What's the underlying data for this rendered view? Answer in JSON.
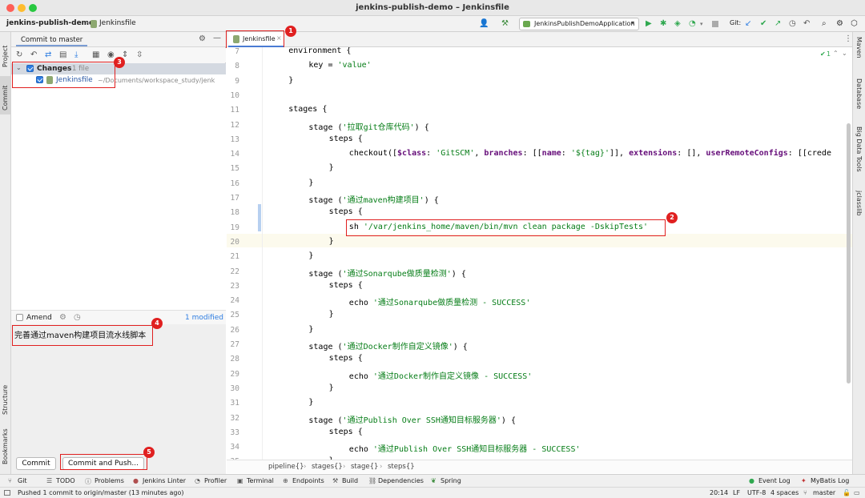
{
  "window": {
    "title": "jenkins-publish-demo – Jenkinsfile"
  },
  "navbar": {
    "project": "jenkins-publish-demo",
    "file": "Jenkinsfile",
    "run_config": "JenkinsPublishDemoApplication",
    "git_label": "Git:"
  },
  "left_strip": {
    "project": "Project",
    "commit": "Commit",
    "structure": "Structure",
    "bookmarks": "Bookmarks"
  },
  "right_strip": {
    "maven": "Maven",
    "database": "Database",
    "bigdata": "Big Data Tools",
    "jclasslib": "jclasslib"
  },
  "commit_panel": {
    "tab": "Commit to master",
    "changes_label": "Changes",
    "changes_count": "1 file",
    "file_name": "Jenkinsfile",
    "file_path": "~/Documents/workspace_study/jenk",
    "amend": "Amend",
    "modified": "1 modified",
    "message": "完善通过maven构建项目流水线脚本",
    "commit_btn": "Commit",
    "commit_push_btn": "Commit and Push..."
  },
  "editor": {
    "tab": "Jenkinsfile",
    "inspection": "1",
    "lines": [
      {
        "n": "7",
        "indent": 1,
        "parts": [
          {
            "t": "environment {",
            "c": "fn"
          }
        ]
      },
      {
        "n": "8",
        "indent": 2,
        "parts": [
          {
            "t": "key = ",
            "c": "fn"
          },
          {
            "t": "'value'",
            "c": "str"
          }
        ]
      },
      {
        "n": "9",
        "indent": 1,
        "parts": [
          {
            "t": "}",
            "c": "fn"
          }
        ]
      },
      {
        "n": "10",
        "indent": 0,
        "parts": []
      },
      {
        "n": "11",
        "indent": 1,
        "parts": [
          {
            "t": "stages {",
            "c": "fn"
          }
        ]
      },
      {
        "n": "12",
        "indent": 2,
        "parts": [
          {
            "t": "stage (",
            "c": "fn"
          },
          {
            "t": "'拉取git仓库代码'",
            "c": "str"
          },
          {
            "t": ") {",
            "c": "fn"
          }
        ]
      },
      {
        "n": "13",
        "indent": 3,
        "parts": [
          {
            "t": "steps {",
            "c": "fn"
          }
        ]
      },
      {
        "n": "14",
        "indent": 4,
        "parts": [
          {
            "t": "checkout([",
            "c": "fn"
          },
          {
            "t": "$class",
            "c": "key"
          },
          {
            "t": ": ",
            "c": "fn"
          },
          {
            "t": "'GitSCM'",
            "c": "str"
          },
          {
            "t": ", ",
            "c": "fn"
          },
          {
            "t": "branches",
            "c": "key"
          },
          {
            "t": ": [[",
            "c": "fn"
          },
          {
            "t": "name",
            "c": "key"
          },
          {
            "t": ": ",
            "c": "fn"
          },
          {
            "t": "'${tag}'",
            "c": "str"
          },
          {
            "t": "]], ",
            "c": "fn"
          },
          {
            "t": "extensions",
            "c": "key"
          },
          {
            "t": ": [], ",
            "c": "fn"
          },
          {
            "t": "userRemoteConfigs",
            "c": "key"
          },
          {
            "t": ": [[crede",
            "c": "fn"
          }
        ]
      },
      {
        "n": "15",
        "indent": 3,
        "parts": [
          {
            "t": "}",
            "c": "fn"
          }
        ]
      },
      {
        "n": "16",
        "indent": 2,
        "parts": [
          {
            "t": "}",
            "c": "fn"
          }
        ]
      },
      {
        "n": "17",
        "indent": 2,
        "parts": [
          {
            "t": "stage (",
            "c": "fn"
          },
          {
            "t": "'通过maven构建项目'",
            "c": "str"
          },
          {
            "t": ") {",
            "c": "fn"
          }
        ]
      },
      {
        "n": "18",
        "indent": 3,
        "parts": [
          {
            "t": "steps {",
            "c": "fn"
          }
        ]
      },
      {
        "n": "19",
        "indent": 4,
        "parts": [
          {
            "t": "sh ",
            "c": "fn"
          },
          {
            "t": "'/var/jenkins_home/maven/bin/mvn clean package -DskipTests'",
            "c": "str"
          }
        ]
      },
      {
        "n": "20",
        "indent": 3,
        "parts": [
          {
            "t": "}",
            "c": "fn"
          }
        ]
      },
      {
        "n": "21",
        "indent": 2,
        "parts": [
          {
            "t": "}",
            "c": "fn"
          }
        ]
      },
      {
        "n": "22",
        "indent": 2,
        "parts": [
          {
            "t": "stage (",
            "c": "fn"
          },
          {
            "t": "'通过Sonarqube做质量检测'",
            "c": "str"
          },
          {
            "t": ") {",
            "c": "fn"
          }
        ]
      },
      {
        "n": "23",
        "indent": 3,
        "parts": [
          {
            "t": "steps {",
            "c": "fn"
          }
        ]
      },
      {
        "n": "24",
        "indent": 4,
        "parts": [
          {
            "t": "echo ",
            "c": "fn"
          },
          {
            "t": "'通过Sonarqube做质量检测 - SUCCESS'",
            "c": "str"
          }
        ]
      },
      {
        "n": "25",
        "indent": 3,
        "parts": [
          {
            "t": "}",
            "c": "fn"
          }
        ]
      },
      {
        "n": "26",
        "indent": 2,
        "parts": [
          {
            "t": "}",
            "c": "fn"
          }
        ]
      },
      {
        "n": "27",
        "indent": 2,
        "parts": [
          {
            "t": "stage (",
            "c": "fn"
          },
          {
            "t": "'通过Docker制作自定义镜像'",
            "c": "str"
          },
          {
            "t": ") {",
            "c": "fn"
          }
        ]
      },
      {
        "n": "28",
        "indent": 3,
        "parts": [
          {
            "t": "steps {",
            "c": "fn"
          }
        ]
      },
      {
        "n": "29",
        "indent": 4,
        "parts": [
          {
            "t": "echo ",
            "c": "fn"
          },
          {
            "t": "'通过Docker制作自定义镜像 - SUCCESS'",
            "c": "str"
          }
        ]
      },
      {
        "n": "30",
        "indent": 3,
        "parts": [
          {
            "t": "}",
            "c": "fn"
          }
        ]
      },
      {
        "n": "31",
        "indent": 2,
        "parts": [
          {
            "t": "}",
            "c": "fn"
          }
        ]
      },
      {
        "n": "32",
        "indent": 2,
        "parts": [
          {
            "t": "stage (",
            "c": "fn"
          },
          {
            "t": "'通过Publish Over SSH通知目标服务器'",
            "c": "str"
          },
          {
            "t": ") {",
            "c": "fn"
          }
        ]
      },
      {
        "n": "33",
        "indent": 3,
        "parts": [
          {
            "t": "steps {",
            "c": "fn"
          }
        ]
      },
      {
        "n": "34",
        "indent": 4,
        "parts": [
          {
            "t": "echo ",
            "c": "fn"
          },
          {
            "t": "'通过Publish Over SSH通知目标服务器 - SUCCESS'",
            "c": "str"
          }
        ]
      },
      {
        "n": "35",
        "indent": 3,
        "parts": [
          {
            "t": "}",
            "c": "fn"
          }
        ]
      }
    ],
    "breadcrumbs": [
      "pipeline{}",
      "stages{}",
      "stage{}",
      "steps{}"
    ]
  },
  "annotations": [
    "1",
    "2",
    "3",
    "4",
    "5"
  ],
  "toolwindows": [
    "Git",
    "TODO",
    "Problems",
    "Jenkins Linter",
    "Profiler",
    "Terminal",
    "Endpoints",
    "Build",
    "Dependencies",
    "Spring"
  ],
  "toolwindows_right": [
    "Event Log",
    "MyBatis Log"
  ],
  "status": {
    "message": "Pushed 1 commit to origin/master (13 minutes ago)",
    "position": "20:14",
    "line_sep": "LF",
    "encoding": "UTF-8",
    "indent": "4 spaces",
    "branch": "master"
  },
  "colors": {
    "accent": "#2e7de1",
    "annotation_red": "#e02020",
    "string_green": "#067d17",
    "current_line": "#fcfaed"
  }
}
